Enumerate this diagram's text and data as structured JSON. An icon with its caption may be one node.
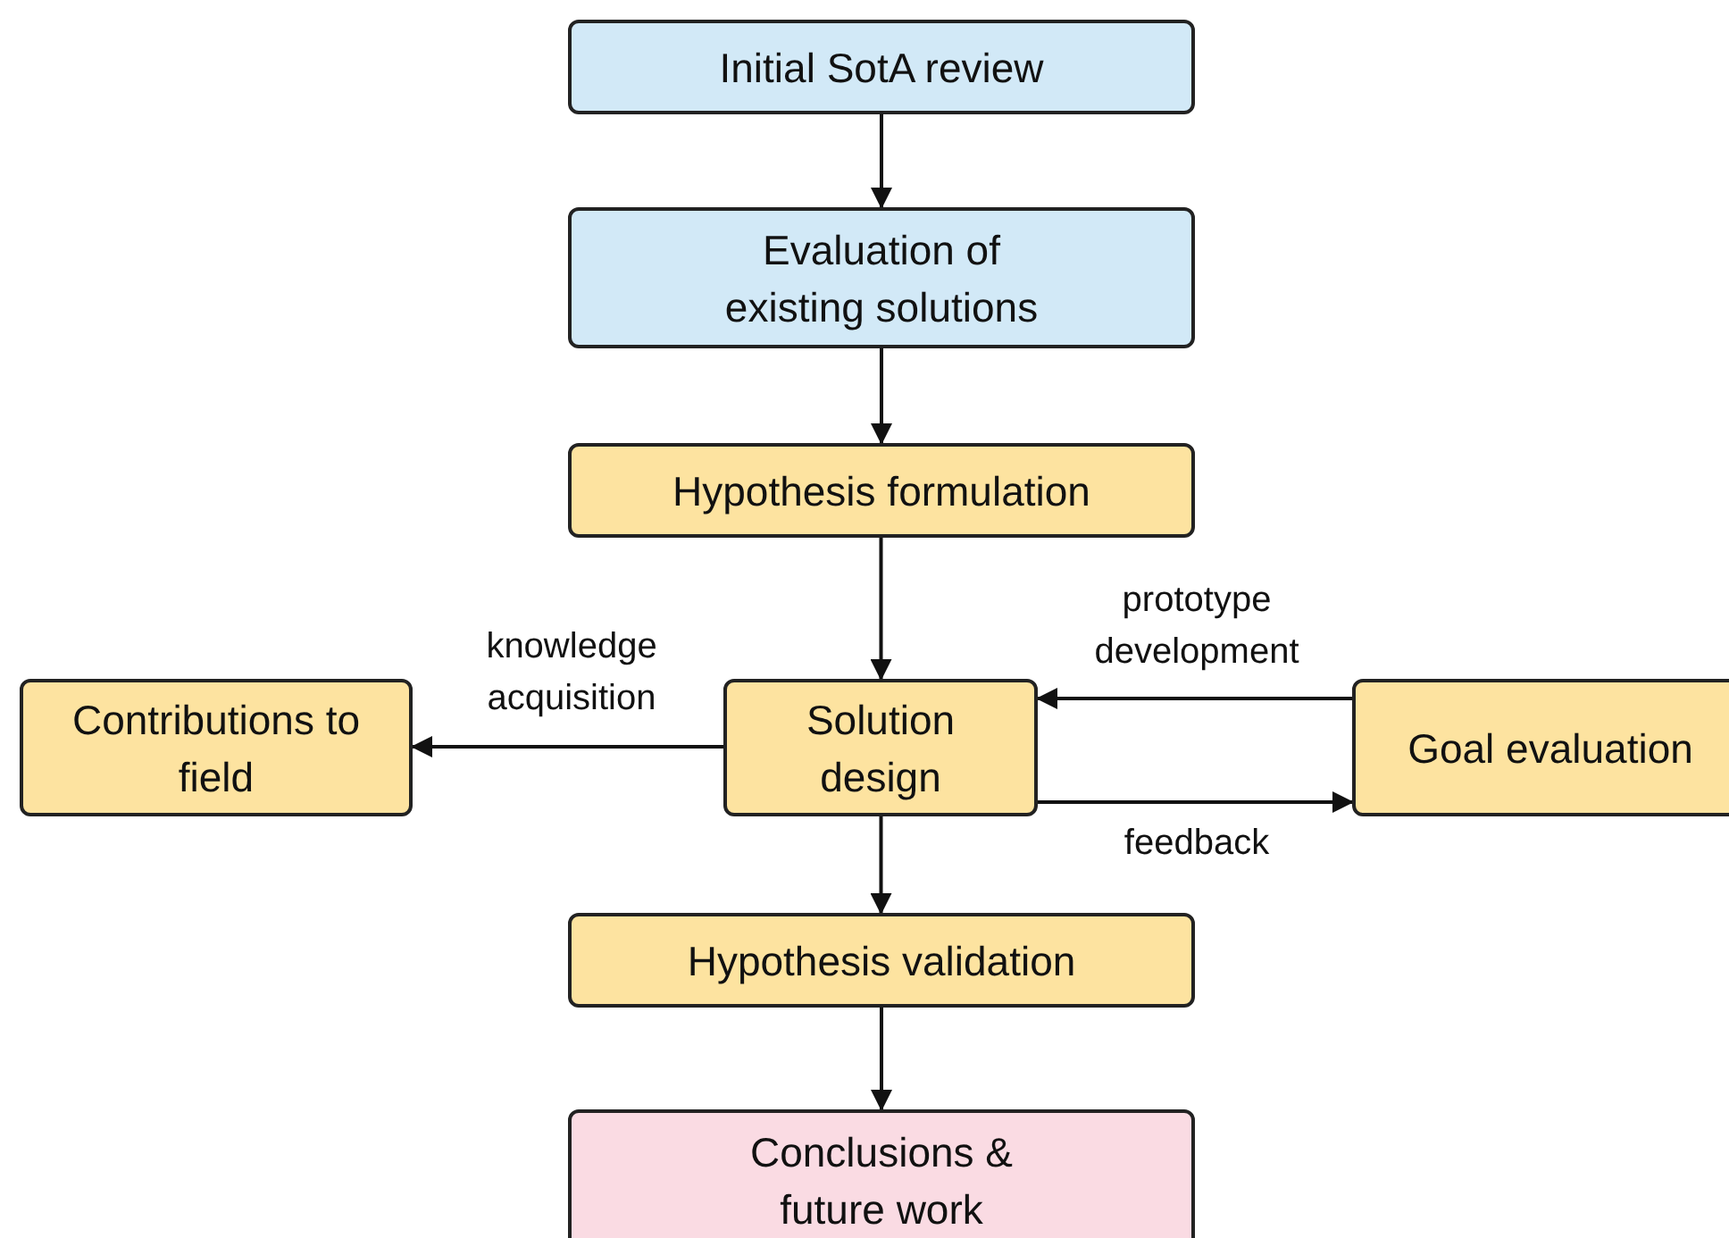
{
  "diagram": {
    "nodes": [
      {
        "text": [
          "Initial SotA review"
        ]
      },
      {
        "text": [
          "Evaluation of existing solutions"
        ]
      },
      {
        "text": [
          "Hypothesis formulation"
        ]
      },
      {
        "text": [
          "Contributions to field"
        ]
      },
      {
        "text": [
          "Solution design"
        ]
      },
      {
        "text": [
          "Goal evaluation"
        ]
      },
      {
        "text": [
          "Hypothesis validation"
        ]
      },
      {
        "text": [
          "Conclusions & future work"
        ]
      }
    ],
    "edges": [
      {
        "from": 0,
        "to": 1,
        "arrow": "to"
      },
      {
        "from": 1,
        "to": 2,
        "arrow": "to"
      },
      {
        "from": 2,
        "to": 4,
        "arrow": "to"
      },
      {
        "from": 4,
        "to": 3,
        "arrow": "to",
        "label": "knowledge acquisition"
      },
      {
        "from": 5,
        "to": 4,
        "arrow": "to",
        "label": "prototype development"
      },
      {
        "from": 4,
        "to": 5,
        "arrow": "to",
        "label": "feedback"
      },
      {
        "from": 4,
        "to": 6,
        "arrow": "to"
      },
      {
        "from": 6,
        "to": 7,
        "arrow": "to"
      }
    ]
  }
}
